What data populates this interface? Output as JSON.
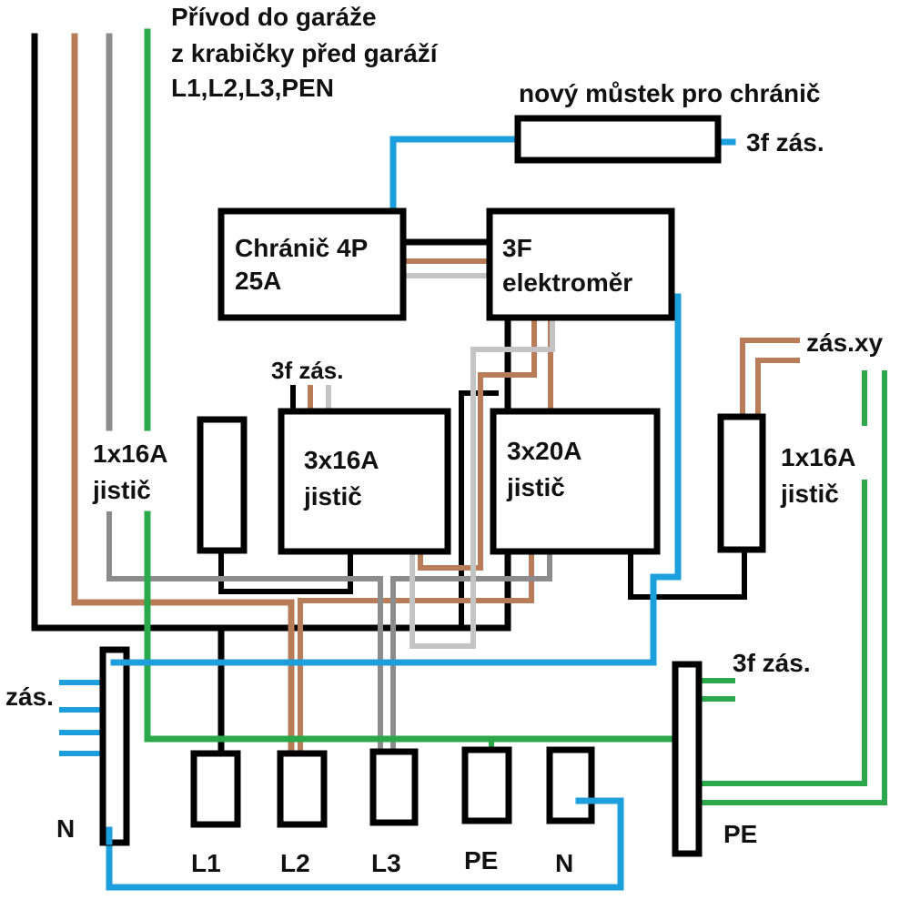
{
  "colors": {
    "black": "#000000",
    "brown": "#b97c59",
    "gray": "#8c8c8c",
    "lightgray": "#c4c4c4",
    "green": "#2aa84a",
    "blue": "#1c9fdc"
  },
  "labels": {
    "supply_line1": "Přívod do garáže",
    "supply_line2": "z krabičky před garáží",
    "supply_line3": "L1,L2,L3,PEN",
    "bridge_title": "nový můstek pro chránič",
    "socket_3f_top": "3f zás.",
    "rcd_line1": "Chránič 4P",
    "rcd_line2": "25A",
    "meter_line1": "3F",
    "meter_line2": "elektroměr",
    "socket_3f_mid": "3f zás.",
    "socket_xy": "zás.xy",
    "breaker_left_line1": "1x16A",
    "breaker_left_line2": "jistič",
    "breaker_3x16_line1": "3x16A",
    "breaker_3x16_line2": "jistič",
    "breaker_3x20_line1": "3x20A",
    "breaker_3x20_line2": "jistič",
    "breaker_right_line1": "1x16A",
    "breaker_right_line2": "jistič",
    "sockets_left": "zás.",
    "n_bar": "N",
    "socket_3f_right": "3f zás.",
    "pe_bar": "PE",
    "terminal_l1": "L1",
    "terminal_l2": "L2",
    "terminal_l3": "L3",
    "terminal_pe": "PE",
    "terminal_n": "N"
  }
}
